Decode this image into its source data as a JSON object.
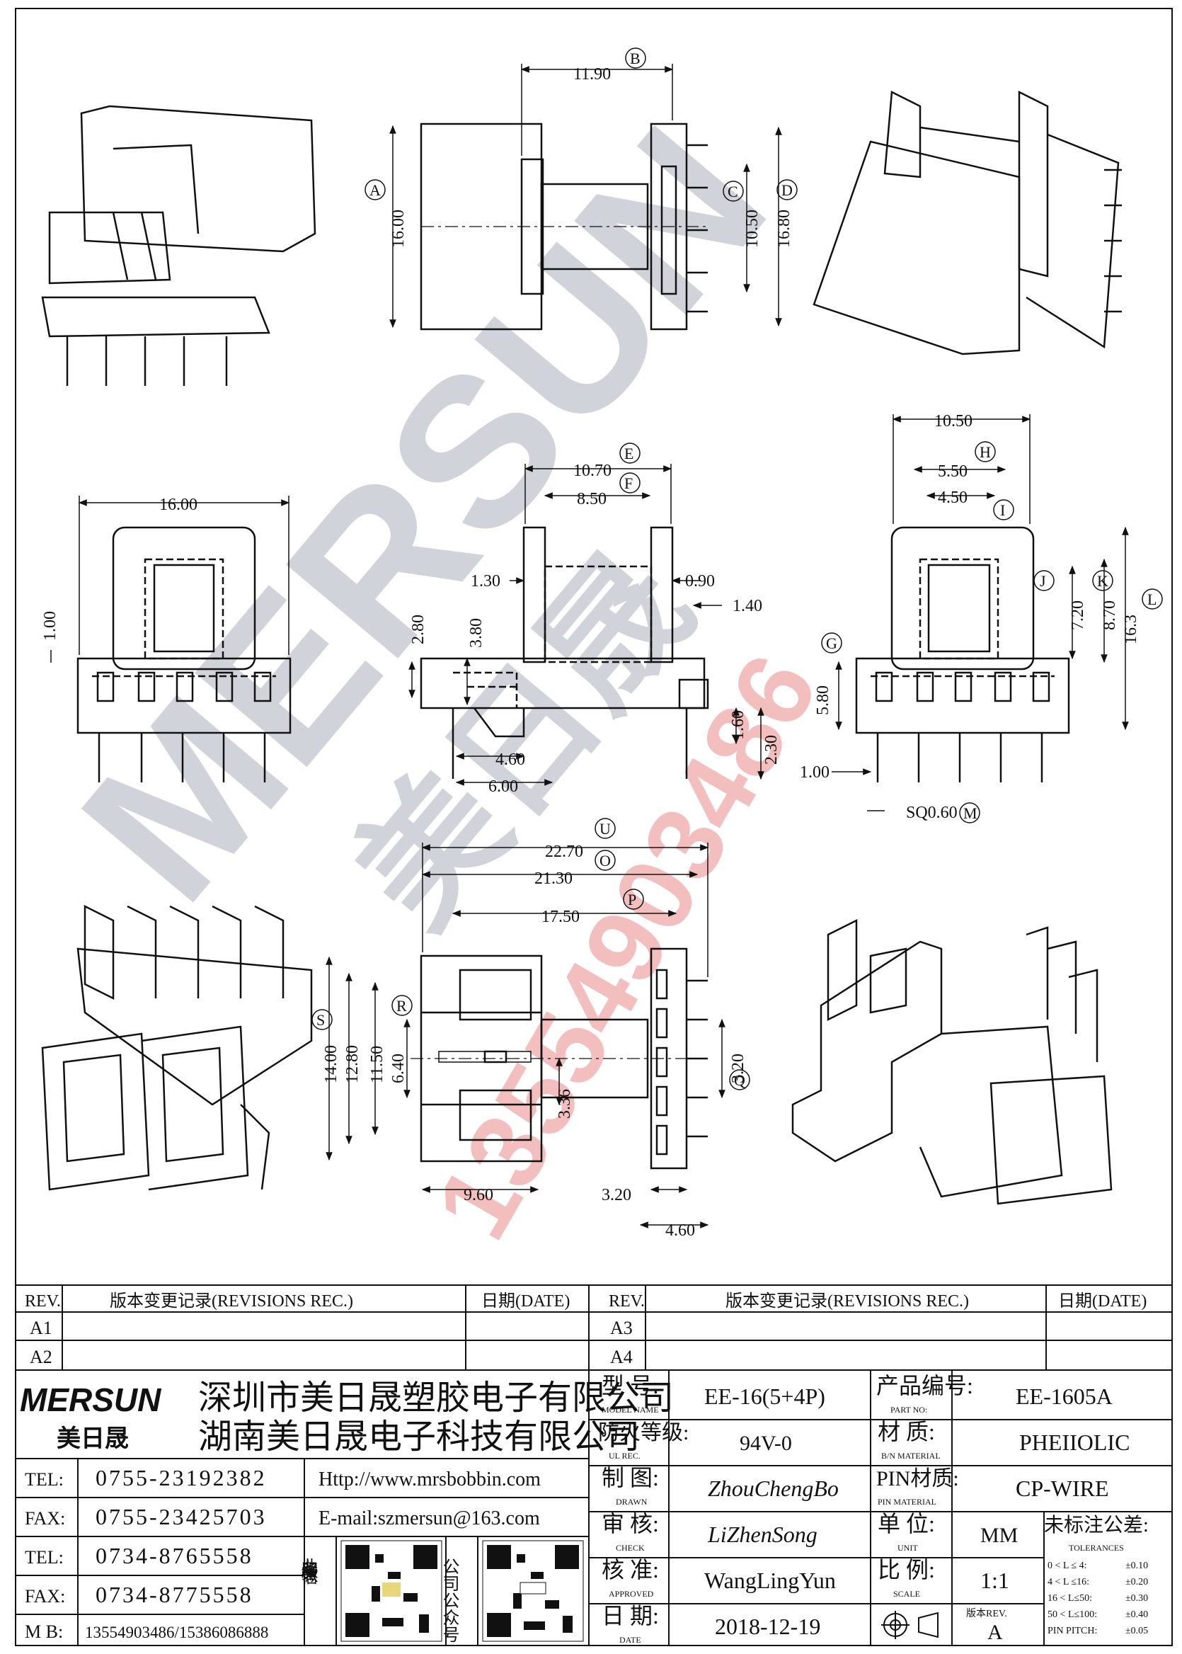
{
  "watermark": {
    "brand": "MERSUN",
    "cn": "美日晟",
    "phone": "13554903486",
    "colors": {
      "blue": "#bcd3ea",
      "gray": "#c9ccd4",
      "red": "#f2b3b3"
    }
  },
  "views": {
    "top_front": {
      "dims": [
        "11.90",
        "16.00",
        "10.50",
        "16.80"
      ],
      "callouts": [
        "B",
        "A",
        "C",
        "D"
      ]
    },
    "middle_left": {
      "dims": [
        "16.00",
        "1.00"
      ]
    },
    "middle_center": {
      "dims": [
        "10.70",
        "8.50",
        "1.30",
        "0.90",
        "1.40",
        "2.80",
        "3.80",
        "4.60",
        "6.00",
        "1.60",
        "2.30"
      ],
      "callouts": [
        "E",
        "F"
      ]
    },
    "middle_right": {
      "dims": [
        "10.50",
        "5.50",
        "4.50",
        "7.20",
        "8.70",
        "16.3",
        "5.80",
        "1.00",
        "SQ0.60"
      ],
      "callouts": [
        "H",
        "I",
        "J",
        "K",
        "L",
        "G",
        "M"
      ]
    },
    "bottom_center": {
      "dims": [
        "22.70",
        "21.30",
        "17.50",
        "14.00",
        "12.80",
        "11.50",
        "6.40",
        "3.36",
        "3.20",
        "9.60",
        "3.20",
        "4.60"
      ],
      "callouts": [
        "U",
        "O",
        "P",
        "S",
        "R",
        "Q"
      ]
    }
  },
  "revisions_left": {
    "rev_header": "REV.",
    "record_header": "版本变更记录(REVISIONS REC.)",
    "date_header": "日期(DATE)",
    "rows": [
      "A1",
      "A2"
    ]
  },
  "revisions_right": {
    "rev_header": "REV.",
    "record_header": "版本变更记录(REVISIONS REC.)",
    "date_header": "日期(DATE)",
    "rows": [
      "A3",
      "A4"
    ]
  },
  "company": {
    "logo": "MERSUN",
    "logo_cn": "美日晟",
    "name1": "深圳市美日晟塑胶电子有限公司",
    "name2": "湖南美日晟电子科技有限公司",
    "contacts": [
      {
        "label": "TEL:",
        "value": "0755-23192382",
        "extra": "Http://www.mrsbobbin.com"
      },
      {
        "label": "FAX:",
        "value": "0755-23425703",
        "extra": "E-mail:szmersun@163.com"
      },
      {
        "label": "TEL:",
        "value": "0734-8765558"
      },
      {
        "label": "FAX:",
        "value": "0734-8775558"
      },
      {
        "label": "M B:",
        "value": "13554903486/15386086888"
      }
    ],
    "qr_left_label": "业务服务微信",
    "qr_right_label": "公司公众号"
  },
  "spec": {
    "model_label": "型 号:",
    "model_sub": "MODEL NAME",
    "model": "EE-16(5+4P)",
    "part_label": "产品编号:",
    "part_sub": "PART NO:",
    "part": "EE-1605A",
    "ul_label": "防火等级:",
    "ul_sub": "UL REC.",
    "ul": "94V-0",
    "material_label": "材 质:",
    "material_sub": "B/N MATERIAL",
    "material": "PHEIIOLIC",
    "drawn_label": "制 图:",
    "drawn_sub": "DRAWN",
    "drawn": "ZhouChengBo",
    "pin_label": "PIN材质:",
    "pin_sub": "PIN MATERIAL",
    "pin": "CP-WIRE",
    "check_label": "审 核:",
    "check_sub": "CHECK",
    "check": "LiZhenSong",
    "unit_label": "单 位:",
    "unit_sub": "UNIT",
    "unit": "MM",
    "tol_label": "未标注公差:",
    "tol_sub": "TOLERANCES",
    "approved_label": "核 准:",
    "approved_sub": "APPROVED",
    "approved": "WangLingYun",
    "scale_label": "比 例:",
    "scale_sub": "SCALE",
    "scale": "1:1",
    "date_label": "日 期:",
    "date_sub": "DATE",
    "date": "2018-12-19",
    "rev_label": "版本REV.",
    "rev": "A",
    "tolerances": [
      {
        "range": "0 < L ≤  4:",
        "value": "±0.10"
      },
      {
        "range": "4 < L ≤16:",
        "value": "±0.20"
      },
      {
        "range": "16 < L≤50:",
        "value": "±0.30"
      },
      {
        "range": "50 < L≤100:",
        "value": "±0.40"
      },
      {
        "range": "PIN PITCH:",
        "value": "±0.05"
      }
    ]
  }
}
